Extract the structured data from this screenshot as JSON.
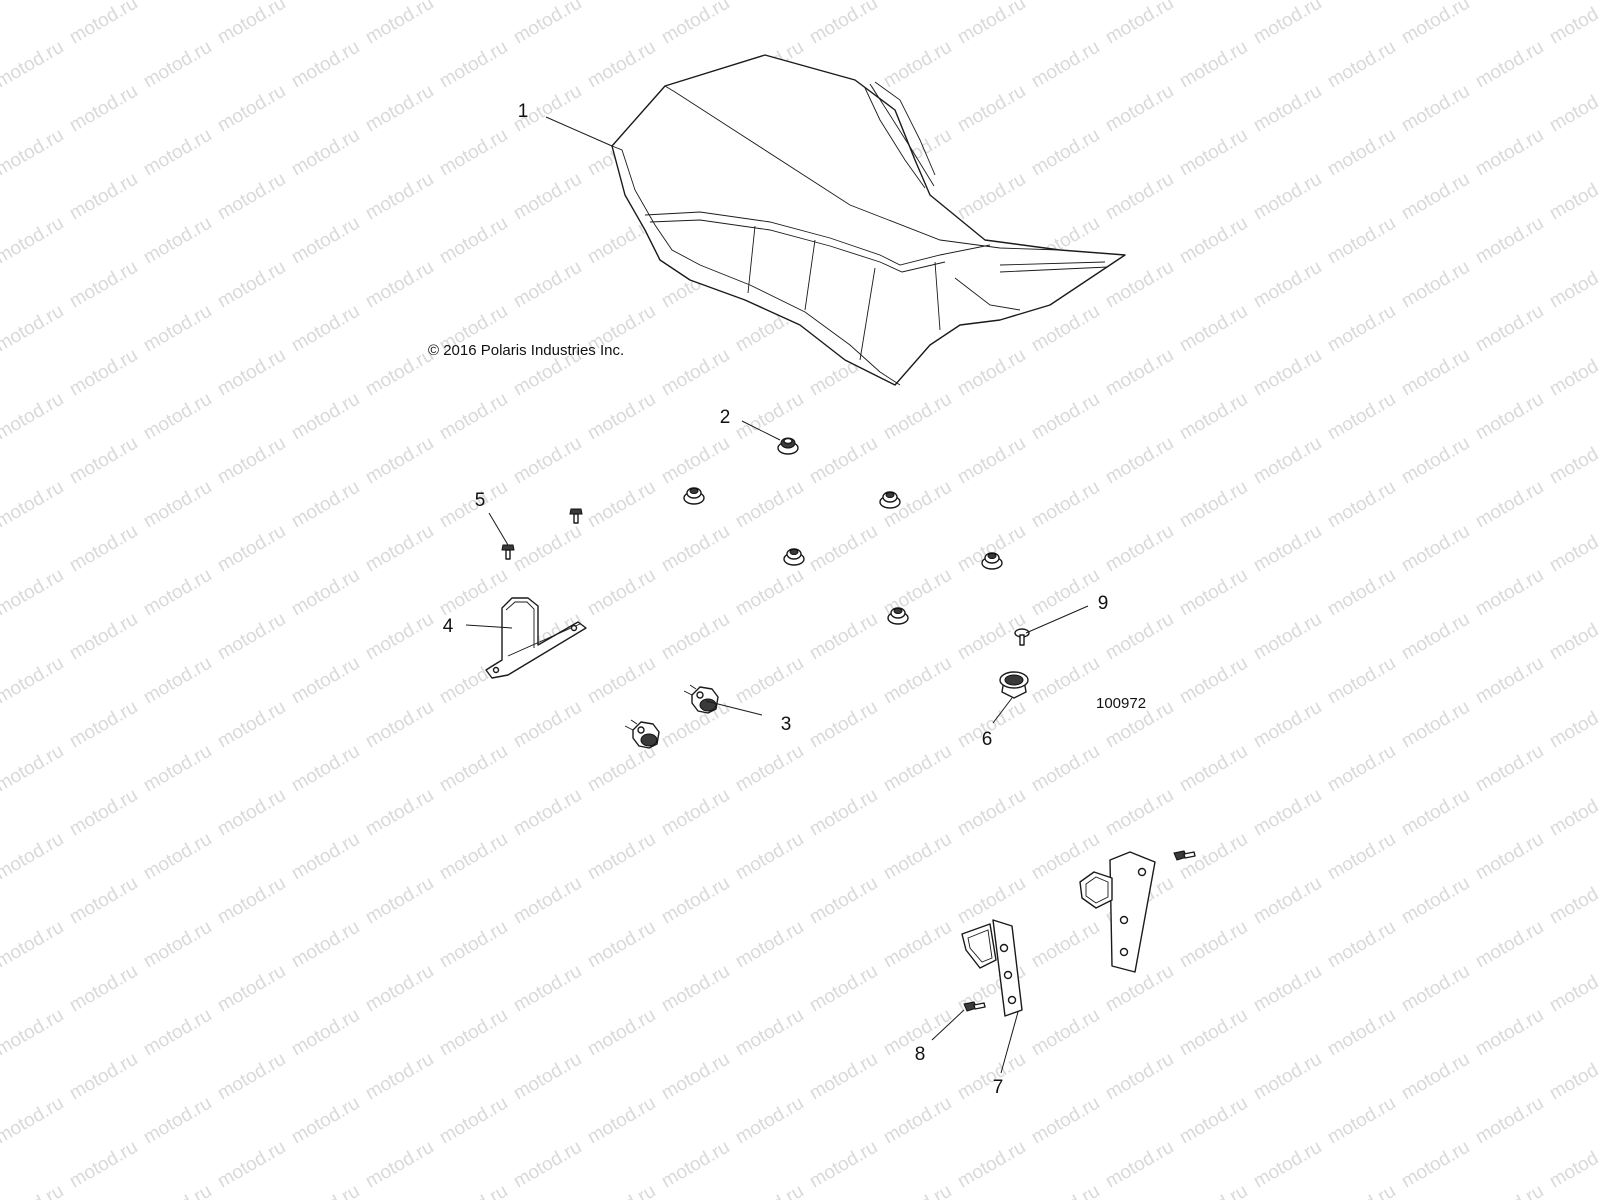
{
  "watermark": {
    "text": "motod.ru"
  },
  "copyright": "© 2016 Polaris Industries Inc.",
  "diagram_id": "100972",
  "callouts": [
    {
      "id": "callout-1",
      "label": "1"
    },
    {
      "id": "callout-2",
      "label": "2"
    },
    {
      "id": "callout-3",
      "label": "3"
    },
    {
      "id": "callout-4",
      "label": "4"
    },
    {
      "id": "callout-5",
      "label": "5"
    },
    {
      "id": "callout-6",
      "label": "6"
    },
    {
      "id": "callout-7",
      "label": "7"
    },
    {
      "id": "callout-8",
      "label": "8"
    },
    {
      "id": "callout-9",
      "label": "9"
    }
  ],
  "colors": {
    "line": "#1a1a1a",
    "watermark": "#d9d9d9",
    "background": "#ffffff"
  }
}
